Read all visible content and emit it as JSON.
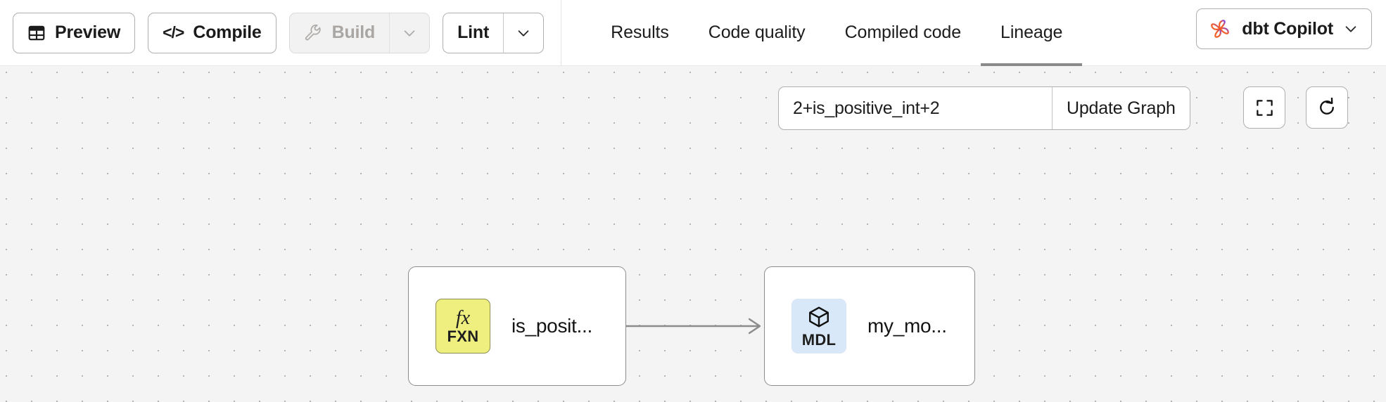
{
  "toolbar": {
    "preview": {
      "label": "Preview",
      "icon": "table-icon"
    },
    "compile": {
      "label": "Compile",
      "icon": "code-icon"
    },
    "build": {
      "label": "Build",
      "icon": "wrench-icon",
      "disabled": true,
      "caret_icon": "chevron-down-icon"
    },
    "lint": {
      "label": "Lint",
      "caret_icon": "chevron-down-icon"
    }
  },
  "tabs": [
    {
      "label": "Results",
      "active": false
    },
    {
      "label": "Code quality",
      "active": false
    },
    {
      "label": "Compiled code",
      "active": false
    },
    {
      "label": "Lineage",
      "active": true
    }
  ],
  "copilot": {
    "label": "dbt Copilot",
    "icon": "dbt-copilot-atom-icon",
    "caret_icon": "chevron-down-icon",
    "icon_colors": {
      "orange": "#f2662b",
      "purple": "#7b3ff2"
    }
  },
  "graph_controls": {
    "selector_value": "2+is_positive_int+2",
    "selector_placeholder": "Enter selector",
    "update_label": "Update Graph",
    "fit_icon": "fullscreen-icon",
    "refresh_icon": "refresh-icon"
  },
  "lineage": {
    "nodes": [
      {
        "id": "is_positive_int",
        "label": "is_posit...",
        "kind": "FXN",
        "glyph": "fx",
        "badge_color": "#eeef7f",
        "icon": "function-icon"
      },
      {
        "id": "my_model",
        "label": "my_mo...",
        "kind": "MDL",
        "glyph": "cube",
        "badge_color": "#d8e8f8",
        "icon": "cube-icon"
      }
    ],
    "edges": [
      {
        "from": "is_positive_int",
        "to": "my_model",
        "color": "#8b8b8b"
      }
    ]
  },
  "canvas": {
    "background": "#f4f4f4",
    "dot_color": "#b4b4b4"
  }
}
